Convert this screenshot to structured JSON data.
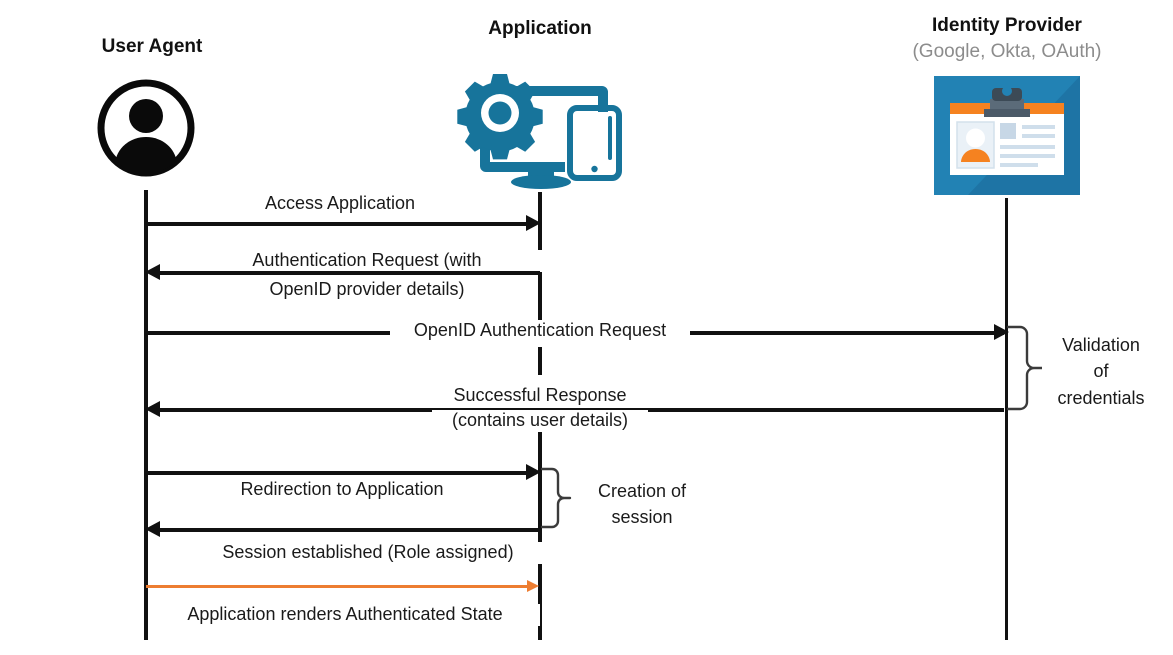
{
  "diagram": {
    "title": "OpenID / OAuth authentication sequence",
    "type": "sequence-diagram",
    "colors": {
      "line": "#111111",
      "accent_orange": "#ED7D31",
      "app_icon_teal": "#17749B",
      "idp_bg_blue": "#2282B4",
      "idp_bg_blue_dark": "#1C6A99",
      "subtitle_gray": "#8C8C8C"
    }
  },
  "participants": [
    {
      "id": "user-agent",
      "title": "User Agent",
      "subtitle": "",
      "icon": "user-avatar-icon"
    },
    {
      "id": "application",
      "title": "Application",
      "subtitle": "",
      "icon": "gear-monitor-mobile-icon"
    },
    {
      "id": "identity-provider",
      "title": "Identity Provider",
      "subtitle": "(Google, Okta, OAuth)",
      "icon": "id-badge-icon"
    }
  ],
  "messages": [
    {
      "id": "m1",
      "label": "Access Application",
      "label2": "",
      "from": "user-agent",
      "to": "application",
      "direction": "right",
      "color": "#111111"
    },
    {
      "id": "m2",
      "label": "Authentication Request (with",
      "label2": "OpenID provider details)",
      "from": "application",
      "to": "user-agent",
      "direction": "left",
      "color": "#111111"
    },
    {
      "id": "m3",
      "label": "OpenID Authentication Request",
      "label2": "",
      "from": "user-agent",
      "to": "identity-provider",
      "direction": "right",
      "color": "#111111"
    },
    {
      "id": "m4",
      "label": "Successful Response",
      "label2": "(contains user details)",
      "from": "identity-provider",
      "to": "user-agent",
      "direction": "left",
      "color": "#111111"
    },
    {
      "id": "m5",
      "label": "Redirection to Application",
      "label2": "",
      "from": "user-agent",
      "to": "application",
      "direction": "right",
      "color": "#111111"
    },
    {
      "id": "m6",
      "label": "Session established (Role assigned)",
      "label2": "",
      "from": "application",
      "to": "user-agent",
      "direction": "left",
      "color": "#111111"
    },
    {
      "id": "m7",
      "label": "Application renders Authenticated State",
      "label2": "",
      "from": "user-agent",
      "to": "application",
      "direction": "right",
      "color": "#ED7D31"
    }
  ],
  "notes": [
    {
      "id": "n1",
      "line1": "Validation",
      "line2": "of",
      "line3": "credentials",
      "anchor": "identity-provider"
    },
    {
      "id": "n2",
      "line1": "Creation of",
      "line2": "session",
      "line3": "",
      "anchor": "application"
    }
  ]
}
